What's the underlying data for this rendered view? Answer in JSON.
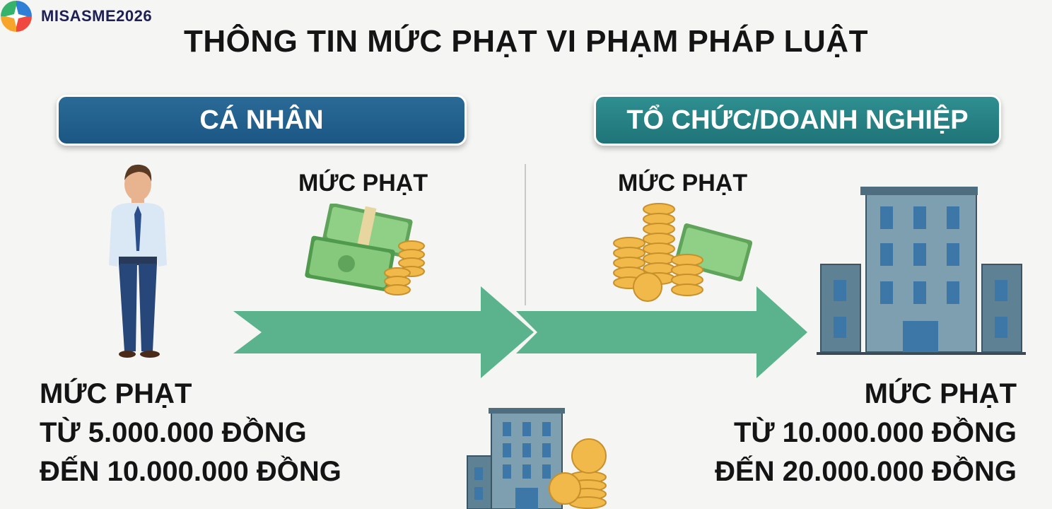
{
  "brand": {
    "name": "MISASME2026"
  },
  "title": "THÔNG TIN MỨC PHẠT VI PHẠM PHÁP LUẬT",
  "left": {
    "header": "CÁ NHÂN",
    "fine_label": "MỨC PHẠT",
    "lines": [
      "MỨC PHẠT",
      "TỪ 5.000.000 ĐỒNG",
      "ĐẾN 10.000.000 ĐỒNG"
    ]
  },
  "right": {
    "header": "TỔ CHỨC/DOANH NGHIỆP",
    "fine_label": "MỨC PHẠT",
    "lines": [
      "MỨC PHẠT",
      "TỪ 10.000.000 ĐỒNG",
      "ĐẾN 20.000.000 ĐỒNG"
    ]
  },
  "colors": {
    "individual_header": "#1f5a87",
    "organization_header": "#23797c",
    "arrow": "#5bb38d",
    "building": "#6f93a6",
    "coin": "#f0b94a",
    "cash": "#5fa45a"
  },
  "icons": [
    "logo-icon",
    "person-icon",
    "cash-coins-icon",
    "arrow-icon",
    "building-icon"
  ]
}
